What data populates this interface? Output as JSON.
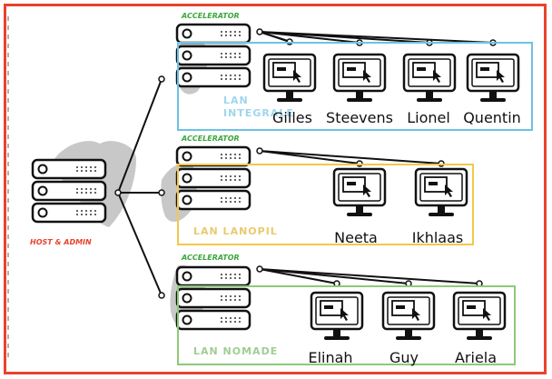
{
  "host": {
    "label": "HOST & ADMIN"
  },
  "lans": [
    {
      "accelerator_label": "ACCELERATOR",
      "lan_label": "LAN INTEGRALE",
      "color": "#6cc1e6",
      "clients": [
        "Gilles",
        "Steevens",
        "Lionel",
        "Quentin"
      ]
    },
    {
      "accelerator_label": "ACCELERATOR",
      "lan_label": "LAN LANOPIL",
      "color": "#f3c84a",
      "clients": [
        "Neeta",
        "Ikhlaas"
      ]
    },
    {
      "accelerator_label": "ACCELERATOR",
      "lan_label": "LAN NOMADE",
      "color": "#8cc97a",
      "clients": [
        "Elinah",
        "Guy",
        "Ariela"
      ]
    }
  ],
  "colors": {
    "frame": "#e8432e",
    "accelerator": "#3aa73a",
    "map": "#9a9a9a"
  },
  "icons": {
    "server": "server-rack-icon",
    "monitor": "monitor-cursor-icon"
  }
}
